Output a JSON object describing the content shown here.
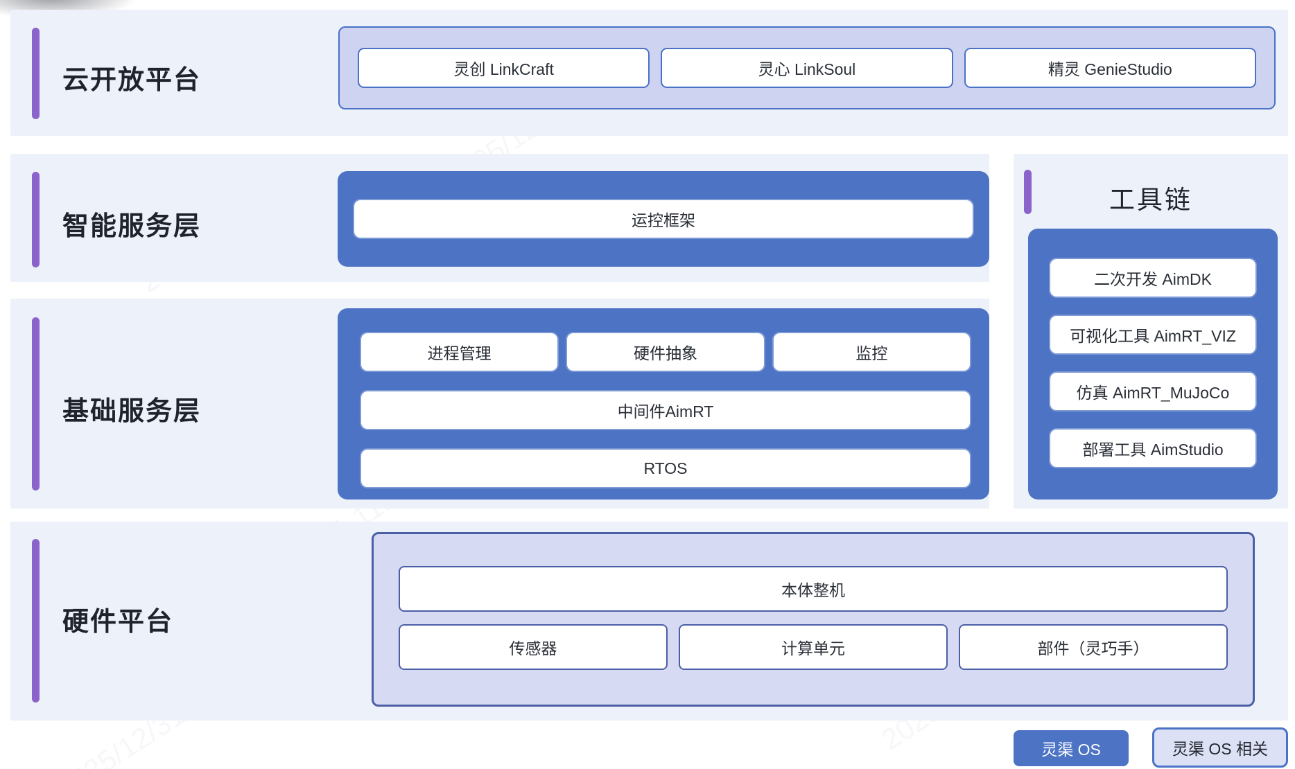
{
  "colors": {
    "section_bg": "#edf1f9",
    "accent_purple": "#8a63cb",
    "container_blue": "#4d73c5",
    "cloud_container_bg": "#cdd3f0",
    "hardware_container_bg": "#d6daf3",
    "outline_blue": "#4a72c6",
    "hardware_outline_blue": "#4b5fa6",
    "text_dark": "#23272e"
  },
  "watermark": {
    "text": "2025/12/31 11:42"
  },
  "sections": {
    "cloud": {
      "title": "云开放平台",
      "items": [
        "灵创 LinkCraft",
        "灵心 LinkSoul",
        "精灵 GenieStudio"
      ]
    },
    "intelligent": {
      "title": "智能服务层",
      "framework": "运控框架"
    },
    "basic": {
      "title": "基础服务层",
      "top_row": [
        "进程管理",
        "硬件抽象",
        "监控"
      ],
      "middleware": "中间件AimRT",
      "rtos": "RTOS"
    },
    "toolchain": {
      "title": "工具链",
      "items": [
        "二次开发 AimDK",
        "可视化工具 AimRT_VIZ",
        "仿真 AimRT_MuJoCo",
        "部署工具 AimStudio"
      ]
    },
    "hardware": {
      "title": "硬件平台",
      "body": "本体整机",
      "items": [
        "传感器",
        "计算单元",
        "部件（灵巧手）"
      ]
    }
  },
  "legend": {
    "os": "灵渠 OS",
    "os_related": "灵渠 OS 相关"
  }
}
